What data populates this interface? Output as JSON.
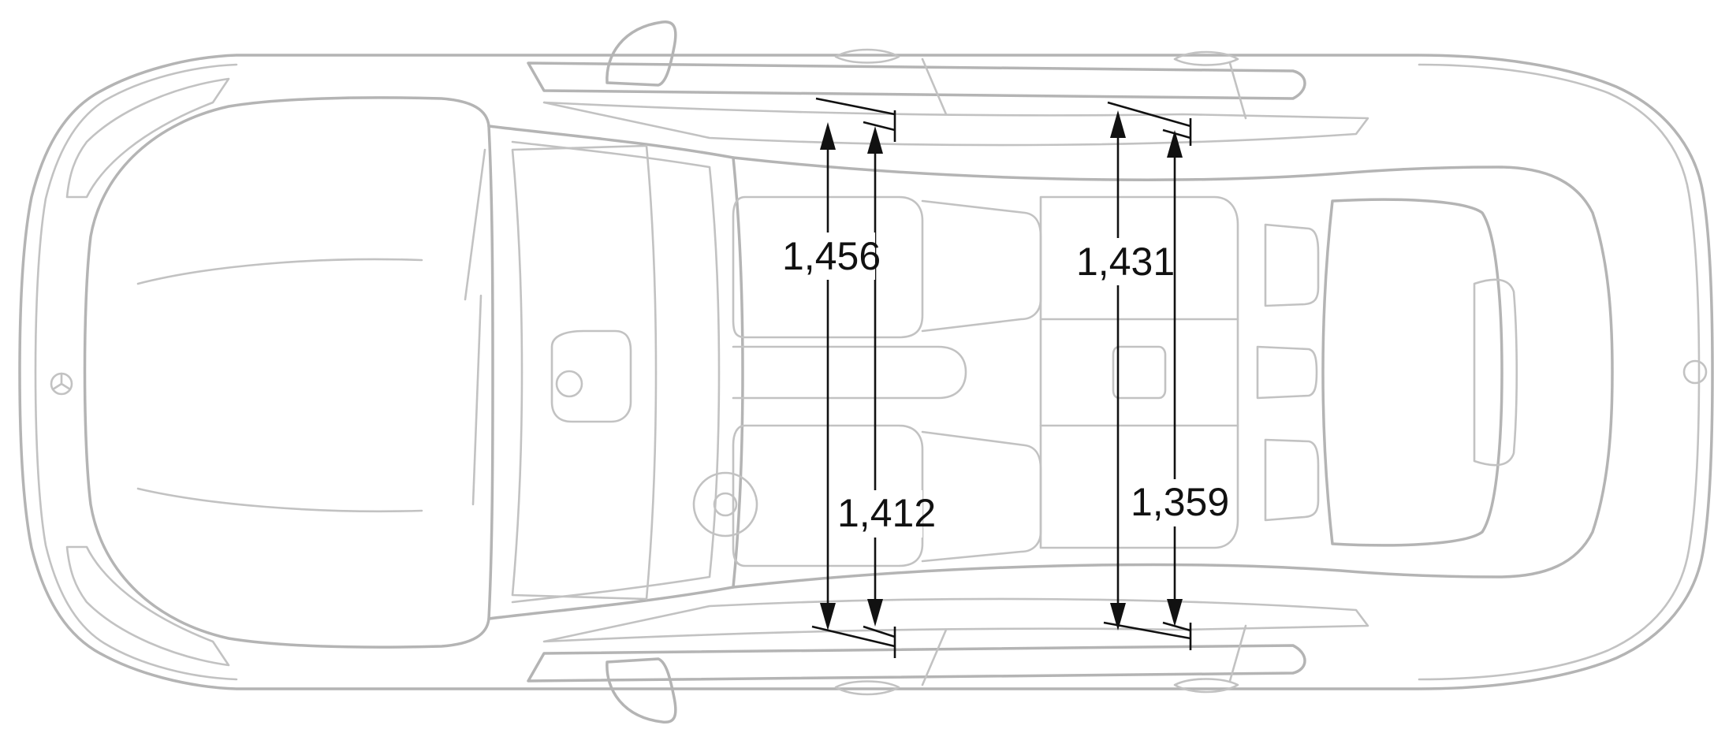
{
  "dimensions": [
    {
      "id": "front-shoulder-width",
      "label": "1,456"
    },
    {
      "id": "front-hip-width",
      "label": "1,412"
    },
    {
      "id": "rear-shoulder-width",
      "label": "1,431"
    },
    {
      "id": "rear-hip-width",
      "label": "1,359"
    }
  ],
  "colors": {
    "outline": "#b4b4b4",
    "dimension": "#111111",
    "background": "#ffffff"
  }
}
